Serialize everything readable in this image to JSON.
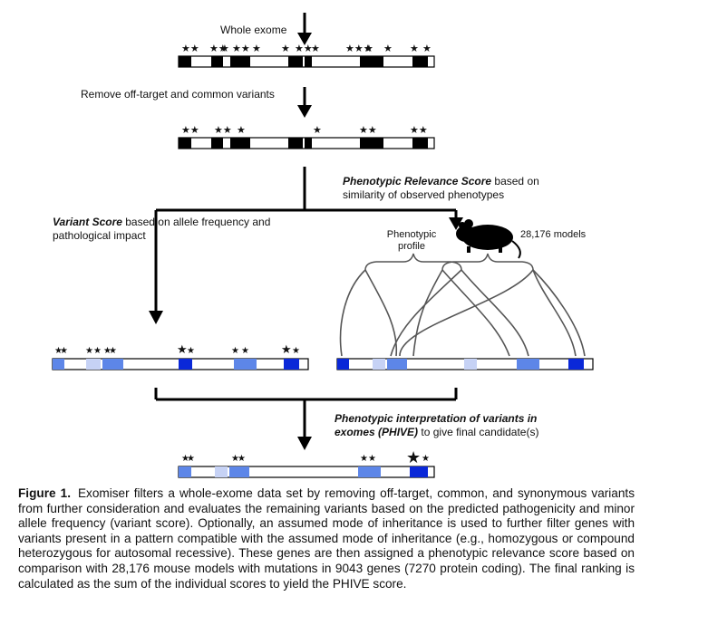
{
  "diagram": {
    "whole_exome_label": "Whole exome",
    "filter_label": "Remove off-target and common variants",
    "phenotypic_title_bold": "Phenotypic Relevance Score",
    "phenotypic_title_rest": " based on",
    "phenotypic_title_line2": "similarity of observed phenotypes",
    "variant_title_bold": "Variant Score",
    "variant_title_rest": " based on allele frequency and",
    "variant_title_line2": "pathological impact",
    "phenotypic_profile_line1": "Phenotypic",
    "phenotypic_profile_line2": "profile",
    "models_label": "28,176 models",
    "phive_title_line1": "Phenotypic interpretation of variants in",
    "phive_title_line2_bold": "exomes (PHIVE)",
    "phive_title_line2_rest": " to give final candidate(s)",
    "colors": {
      "dark_blue": "#0a28d8",
      "mid_blue": "#5d86e8",
      "light_blue": "#c6d2f5",
      "black": "#000000"
    },
    "icons": [
      "down-arrow-icon",
      "star-icon",
      "mouse-icon"
    ]
  },
  "caption": {
    "figure_label": "Figure 1.",
    "text": "Exomiser filters a whole-exome data set by removing off-target, common, and synonymous variants from further consideration and evaluates the remaining variants based on the predicted pathogenicity and minor allele frequency (variant score). Optionally, an assumed mode of inheritance is used to further filter genes with variants present in a pattern compatible with the assumed mode of inheritance (e.g., homozygous or compound heterozygous for autosomal recessive). These genes are then assigned a phenotypic relevance score based on comparison with 28,176 mouse models with mutations in 9043 genes (7270 protein coding). The final ranking is calculated as the sum of the individual scores to yield the PHIVE score."
  }
}
